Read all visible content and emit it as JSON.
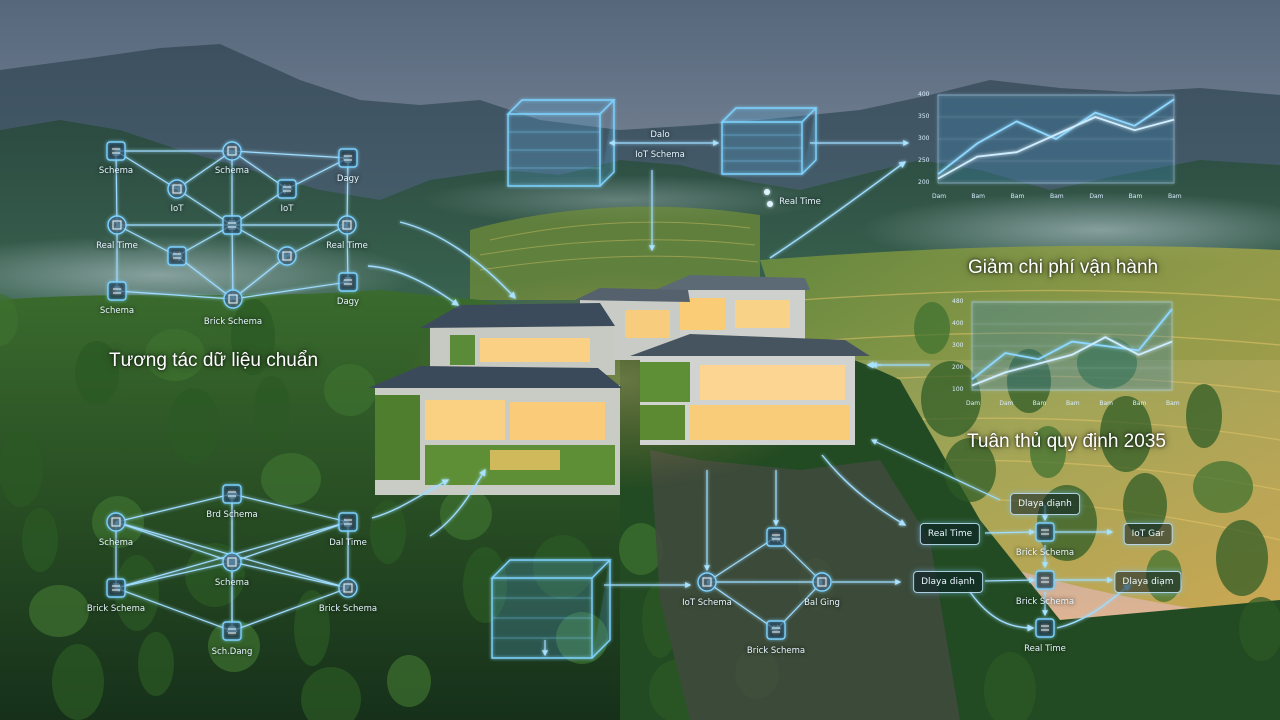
{
  "captions": {
    "left": "Tương tác dữ liệu chuẩn",
    "right_top": "Giảm chi phí vận hành",
    "right_mid": "Tuân thủ quy định 2035"
  },
  "cluster_top_left": {
    "labels": [
      "Schema",
      "Schema",
      "Dagy",
      "IoT",
      "IoT",
      "Real Time",
      "Real Time",
      "Brick Schema",
      "Schema",
      "Dagy"
    ]
  },
  "top_center": {
    "label_a": "Dalo",
    "label_b": "IoT Schema",
    "label_c": "Real Time"
  },
  "charts": {
    "top_ticks_y": [
      "400",
      "350",
      "300",
      "250",
      "200"
    ],
    "top_ticks_x": [
      "Dam",
      "Bam",
      "Bam",
      "Bam",
      "Dam",
      "Bam",
      "Bam"
    ],
    "mid_ticks_y": [
      "480",
      "400",
      "300",
      "200",
      "100"
    ],
    "mid_ticks_x": [
      "Dam",
      "Dam",
      "Bam",
      "Bam",
      "Bam",
      "Bam",
      "Bam"
    ]
  },
  "cluster_bottom_left": {
    "labels": [
      "Brd Schema",
      "Schema",
      "Dal Time",
      "Schema",
      "Brick Schema",
      "Brick Schema",
      "Sch.Dang"
    ]
  },
  "cluster_bottom_center": {
    "labels": [
      "IoT Schema",
      "Bal Ging",
      "Brick Schema"
    ]
  },
  "cluster_bottom_right": {
    "pills": [
      "Dlaya diạnh",
      "Real Time",
      "IoT Gar",
      "Dlaya diạnh",
      "Dlaya diạm"
    ],
    "labels": [
      "Brick Schema",
      "Brick Schema",
      "Real Time"
    ]
  },
  "colors": {
    "glow": "#7fd3ff",
    "line": "#9fdcff",
    "sky_top": "#5a6f86",
    "sky_glow": "#e9b88e",
    "forest": "#1f3a1e"
  }
}
